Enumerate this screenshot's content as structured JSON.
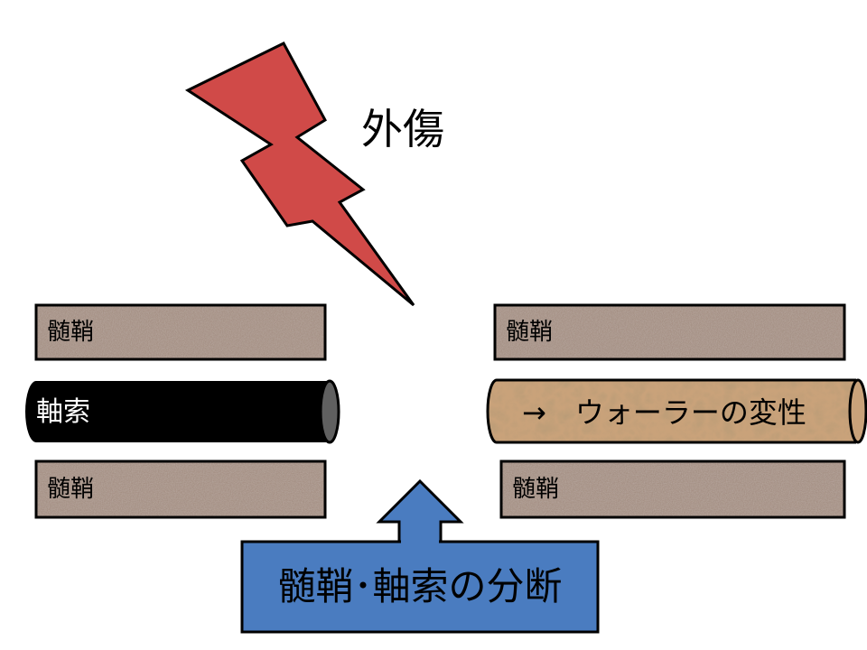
{
  "trauma_label": "外傷",
  "left_nerve": {
    "sheath_top_label": "髄鞘",
    "axon_label": "軸索",
    "sheath_bottom_label": "髄鞘"
  },
  "right_nerve": {
    "sheath_top_label": "髄鞘",
    "axon_label": "→　ウォーラーの変性",
    "sheath_bottom_label": "髄鞘"
  },
  "callout_label": "髄鞘･軸索の分断",
  "colors": {
    "lightning": "#d04a48",
    "sheath": "#a48f83",
    "axon_intact": "#000000",
    "axon_degenerated": "#c9a27a",
    "callout": "#4a7cc0"
  },
  "icons": {
    "trauma": "lightning-bolt-icon",
    "callout_arrow": "up-arrow-icon"
  }
}
